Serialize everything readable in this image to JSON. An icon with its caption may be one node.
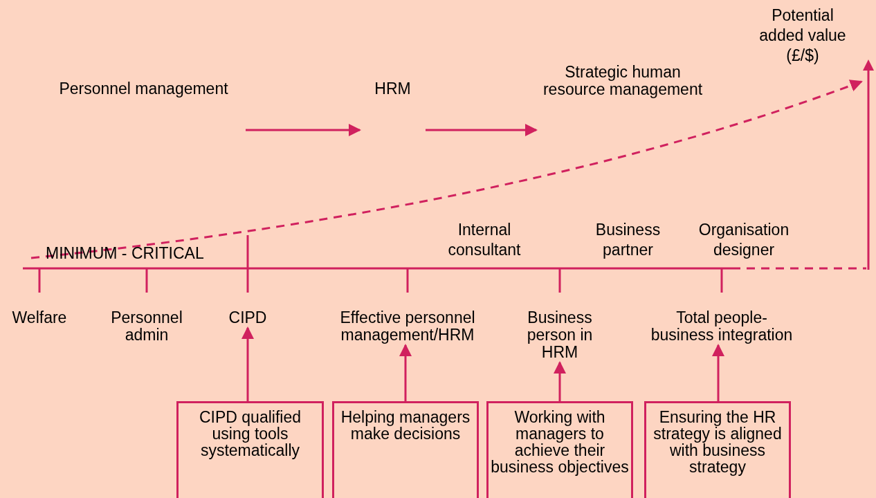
{
  "diagram": {
    "nodes": [
      {
        "text": [
          "Personnel management"
        ]
      },
      {
        "text": [
          "HRM"
        ]
      },
      {
        "text": [
          "Strategic human resource management"
        ]
      },
      {
        "text": [
          "Welfare"
        ]
      },
      {
        "text": [
          "Personnel admin"
        ]
      },
      {
        "text": [
          "CIPD"
        ]
      },
      {
        "text": [
          "Effective personnel management/HRM"
        ]
      },
      {
        "text": [
          "Business person in HRM"
        ]
      },
      {
        "text": [
          "Total people-business integration"
        ]
      },
      {
        "text": [
          "CIPD qualified using tools systematically"
        ]
      },
      {
        "text": [
          "Helping managers make decisions"
        ]
      },
      {
        "text": [
          "Working with managers to achieve their business objectives"
        ]
      },
      {
        "text": [
          "Ensuring the HR strategy is aligned with business strategy"
        ]
      }
    ],
    "edges": [
      {
        "from": 0,
        "to": 1,
        "arrow": "to"
      },
      {
        "from": 1,
        "to": 2,
        "arrow": "to"
      },
      {
        "from": 9,
        "to": 5,
        "arrow": "to"
      },
      {
        "from": 10,
        "to": 6,
        "arrow": "to"
      },
      {
        "from": 11,
        "to": 7,
        "arrow": "to"
      },
      {
        "from": 12,
        "to": 8,
        "arrow": "to"
      }
    ],
    "labels": [
      "Potential added value (£/$)",
      "MINIMUM - CRITICAL",
      "Internal consultant",
      "Business partner",
      "Organisation designer"
    ]
  }
}
